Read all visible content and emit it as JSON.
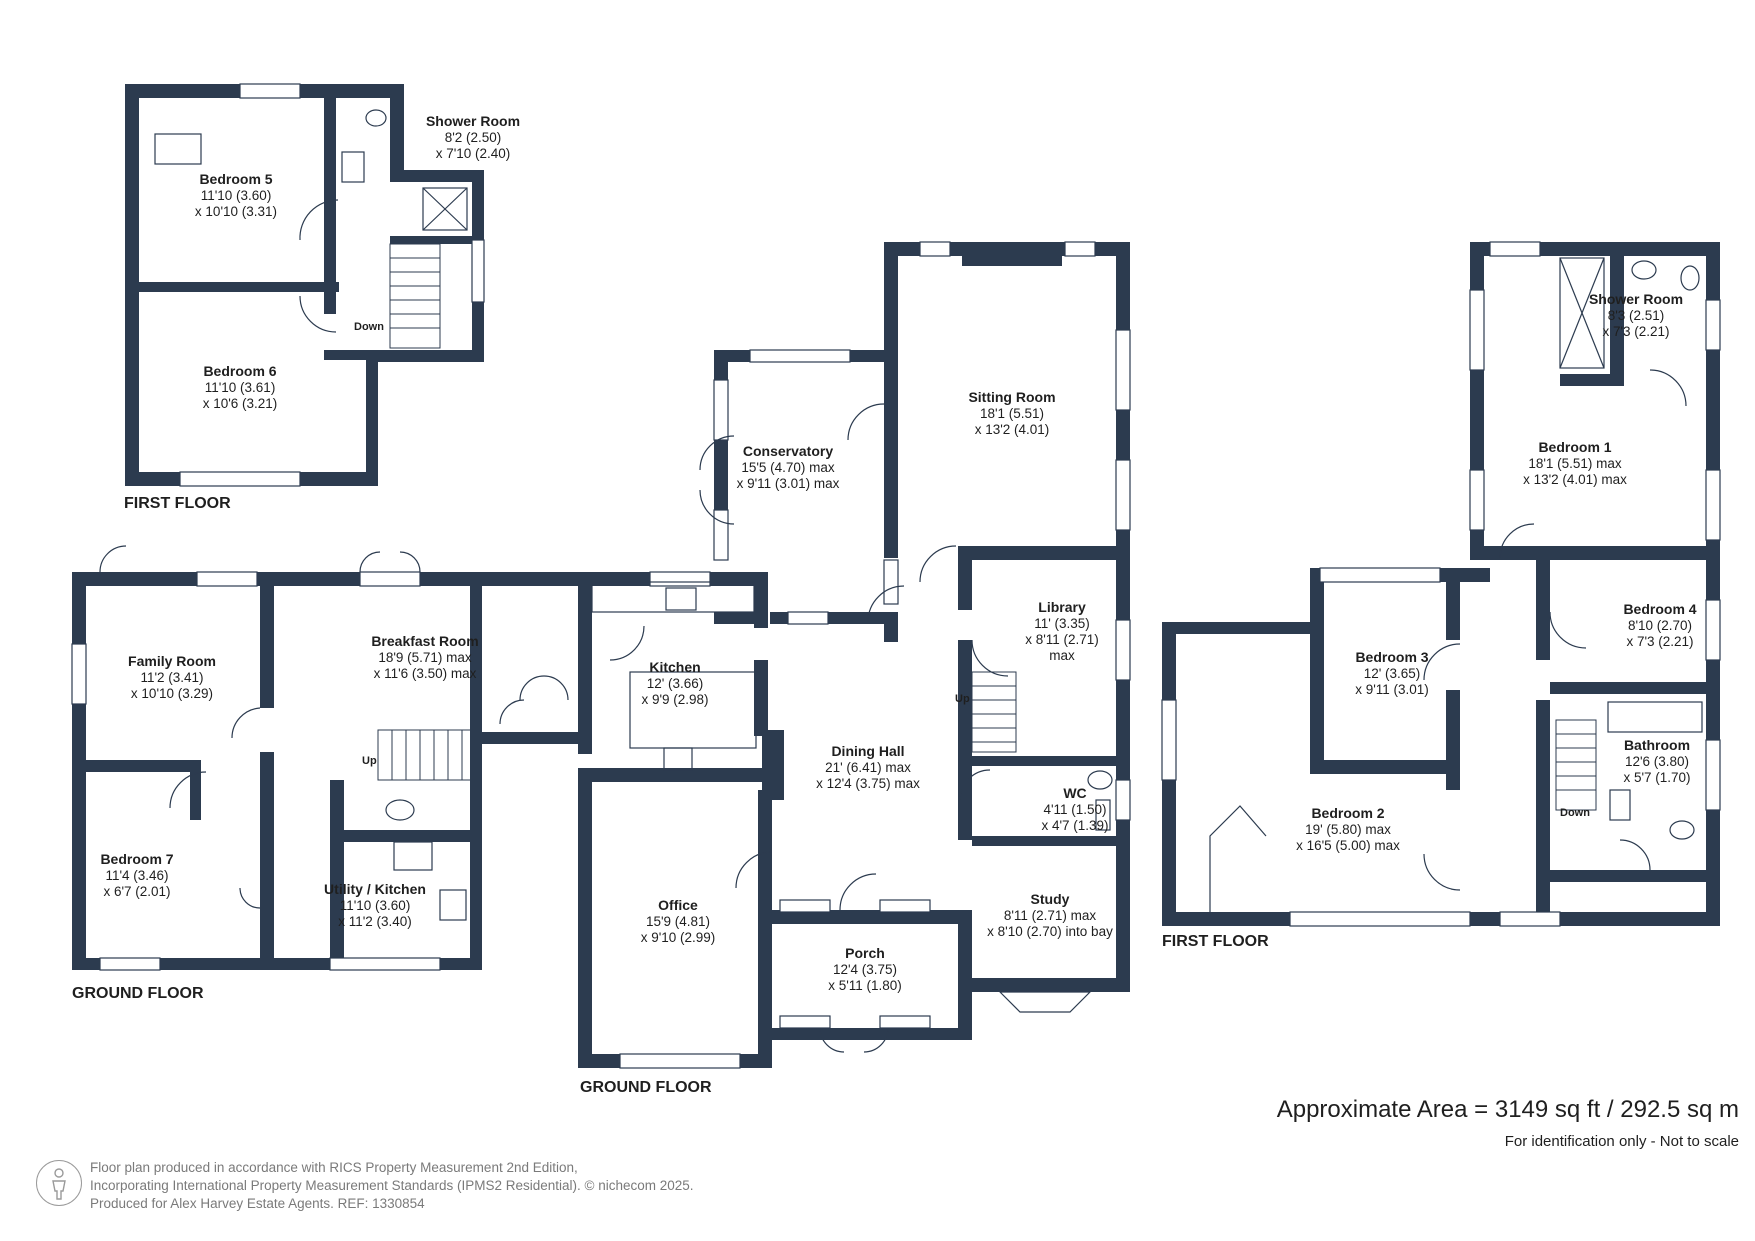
{
  "floors": {
    "ground_left": "GROUND FLOOR",
    "ground_center": "GROUND FLOOR",
    "first_top": "FIRST FLOOR",
    "first_right": "FIRST FLOOR"
  },
  "rooms": {
    "bedroom5": {
      "name": "Bedroom 5",
      "dim1": "11'10 (3.60)",
      "dim2": "x 10'10 (3.31)"
    },
    "bedroom6": {
      "name": "Bedroom 6",
      "dim1": "11'10 (3.61)",
      "dim2": "x 10'6 (3.21)"
    },
    "shower_top": {
      "name": "Shower Room",
      "dim1": "8'2 (2.50)",
      "dim2": "x 7'10 (2.40)"
    },
    "family": {
      "name": "Family Room",
      "dim1": "11'2 (3.41)",
      "dim2": "x 10'10 (3.29)"
    },
    "bedroom7": {
      "name": "Bedroom 7",
      "dim1": "11'4 (3.46)",
      "dim2": "x 6'7 (2.01)"
    },
    "breakfast": {
      "name": "Breakfast Room",
      "dim1": "18'9 (5.71) max",
      "dim2": "x 11'6 (3.50)  max"
    },
    "utility": {
      "name": "Utility / Kitchen",
      "dim1": "11'10 (3.60)",
      "dim2": "x 11'2 (3.40)"
    },
    "kitchen": {
      "name": "Kitchen",
      "dim1": "12' (3.66)",
      "dim2": "x 9'9 (2.98)"
    },
    "conservatory": {
      "name": "Conservatory",
      "dim1": "15'5 (4.70) max",
      "dim2": "x 9'11 (3.01) max"
    },
    "sitting": {
      "name": "Sitting Room",
      "dim1": "18'1 (5.51)",
      "dim2": "x 13'2 (4.01)"
    },
    "library": {
      "name": "Library",
      "dim1": "11' (3.35)",
      "dim2": "x 8'11 (2.71)",
      "dim3": "max"
    },
    "dining": {
      "name": "Dining Hall",
      "dim1": "21' (6.41) max",
      "dim2": "x 12'4 (3.75) max"
    },
    "wc": {
      "name": "WC",
      "dim1": "4'11 (1.50)",
      "dim2": "x 4'7 (1.39)"
    },
    "office": {
      "name": "Office",
      "dim1": "15'9 (4.81)",
      "dim2": "x 9'10 (2.99)"
    },
    "porch": {
      "name": "Porch",
      "dim1": "12'4 (3.75)",
      "dim2": "x 5'11 (1.80)"
    },
    "study": {
      "name": "Study",
      "dim1": "8'11 (2.71) max",
      "dim2": "x 8'10 (2.70) into bay"
    },
    "shower_right": {
      "name": "Shower Room",
      "dim1": "8'3 (2.51)",
      "dim2": "x 7'3 (2.21)"
    },
    "bedroom1": {
      "name": "Bedroom 1",
      "dim1": "18'1 (5.51) max",
      "dim2": "x 13'2 (4.01) max"
    },
    "bedroom4": {
      "name": "Bedroom 4",
      "dim1": "8'10 (2.70)",
      "dim2": "x 7'3 (2.21)"
    },
    "bedroom3": {
      "name": "Bedroom 3",
      "dim1": "12' (3.65)",
      "dim2": "x 9'11 (3.01)"
    },
    "bathroom": {
      "name": "Bathroom",
      "dim1": "12'6 (3.80)",
      "dim2": "x 5'7 (1.70)"
    },
    "bedroom2": {
      "name": "Bedroom 2",
      "dim1": "19' (5.80) max",
      "dim2": "x 16'5 (5.00) max"
    }
  },
  "stairs": {
    "top_down": "Down",
    "ground_up_left": "Up",
    "ground_up_right": "Up",
    "right_down": "Down"
  },
  "area": "Approximate Area = 3149 sq ft / 292.5 sq m",
  "scale_note": "For identification only - Not to scale",
  "footer": {
    "line1": "Floor plan produced in accordance with RICS Property Measurement 2nd Edition,",
    "line2": "Incorporating International Property Measurement Standards (IPMS2 Residential).   © nichecom 2025.",
    "line3": "Produced for Alex Harvey Estate Agents.   REF: 1330854"
  },
  "colors": {
    "wall": "#2c3b4f",
    "text": "#1f1f1f",
    "footer": "#7a7a7a"
  }
}
